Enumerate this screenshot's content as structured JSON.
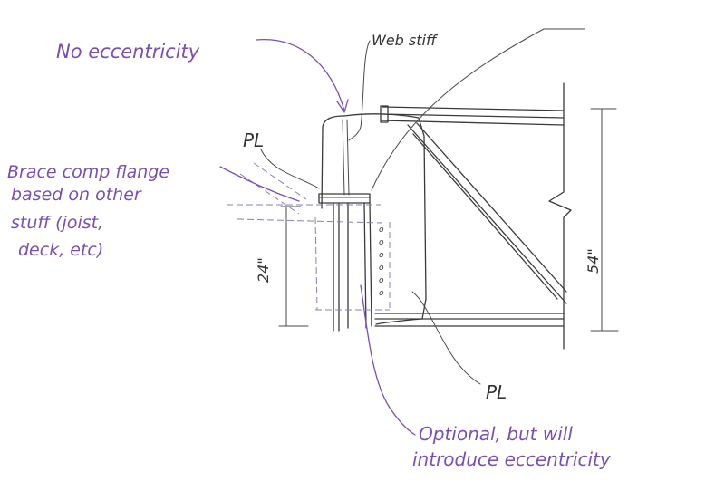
{
  "labels": {
    "no_eccentricity": "No eccentricity",
    "web_stiff": "Web stiff",
    "pl_top": "PL",
    "brace_line1": "Brace comp flange",
    "brace_line2": "based on other",
    "brace_line3": "stuff (joist,",
    "brace_line4": "deck, etc)",
    "dim_24": "24\"",
    "dim_54": "54\"",
    "pl_bottom": "PL",
    "optional_line1": "Optional, but will",
    "optional_line2": "introduce eccentricity"
  },
  "colors": {
    "annotation": "#7a4fb0",
    "structure": "#3a3a3a",
    "hidden_lines": "#8a7fb8"
  }
}
